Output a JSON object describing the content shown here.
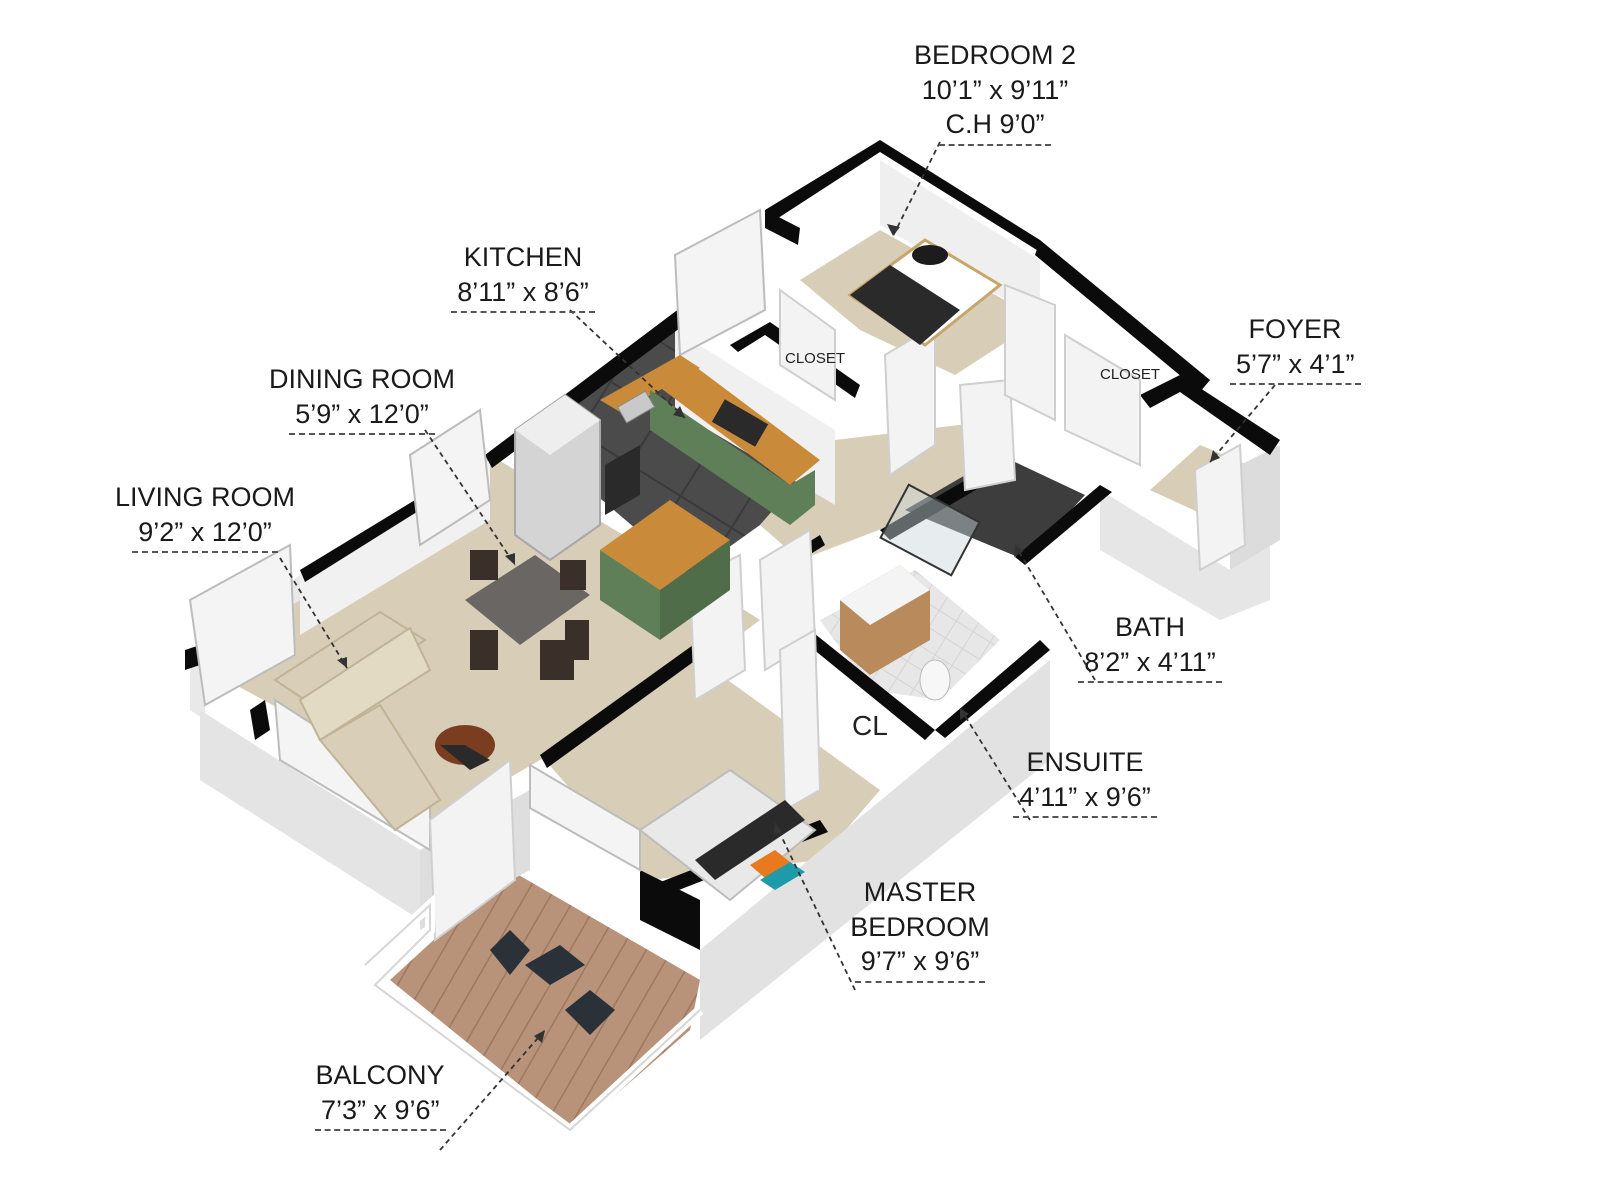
{
  "rooms": {
    "bedroom2": {
      "name": "BEDROOM 2",
      "dims": "10’1” x 9’11”",
      "ceiling": "C.H 9’0”"
    },
    "kitchen": {
      "name": "KITCHEN",
      "dims": "8’11” x 8’6”"
    },
    "dining": {
      "name": "DINING ROOM",
      "dims": "5’9” x 12’0”"
    },
    "living": {
      "name": "LIVING ROOM",
      "dims": "9’2” x 12’0”"
    },
    "foyer": {
      "name": "FOYER",
      "dims": "5’7” x 4’1”"
    },
    "bath": {
      "name": "BATH",
      "dims": "8’2” x 4’11”"
    },
    "ensuite": {
      "name": "ENSUITE",
      "dims": "4’11” x 9’6”"
    },
    "master": {
      "name_line1": "MASTER",
      "name_line2": "BEDROOM",
      "dims": "9’7” x 9’6”"
    },
    "balcony": {
      "name": "BALCONY",
      "dims": "7’3” x 9’6”"
    }
  },
  "closets": {
    "bedroom2_closet": "CLOSET",
    "foyer_closet": "CLOSET",
    "master_closet": "CL"
  },
  "colors": {
    "wall_cap": "#0b0b0b",
    "wall_face": "#e9e9e9",
    "floor_carpet": "#d8cdb6",
    "floor_tile": "#4a4a4a",
    "cabinet_green": "#5f7f58",
    "countertop": "#c98a3a",
    "deck_wood": "#b89279",
    "sofa": "#d9cfb8",
    "dining_table": "#6a6664",
    "bed_dark": "#2a2a2a",
    "accent_orange": "#e87a1d"
  }
}
